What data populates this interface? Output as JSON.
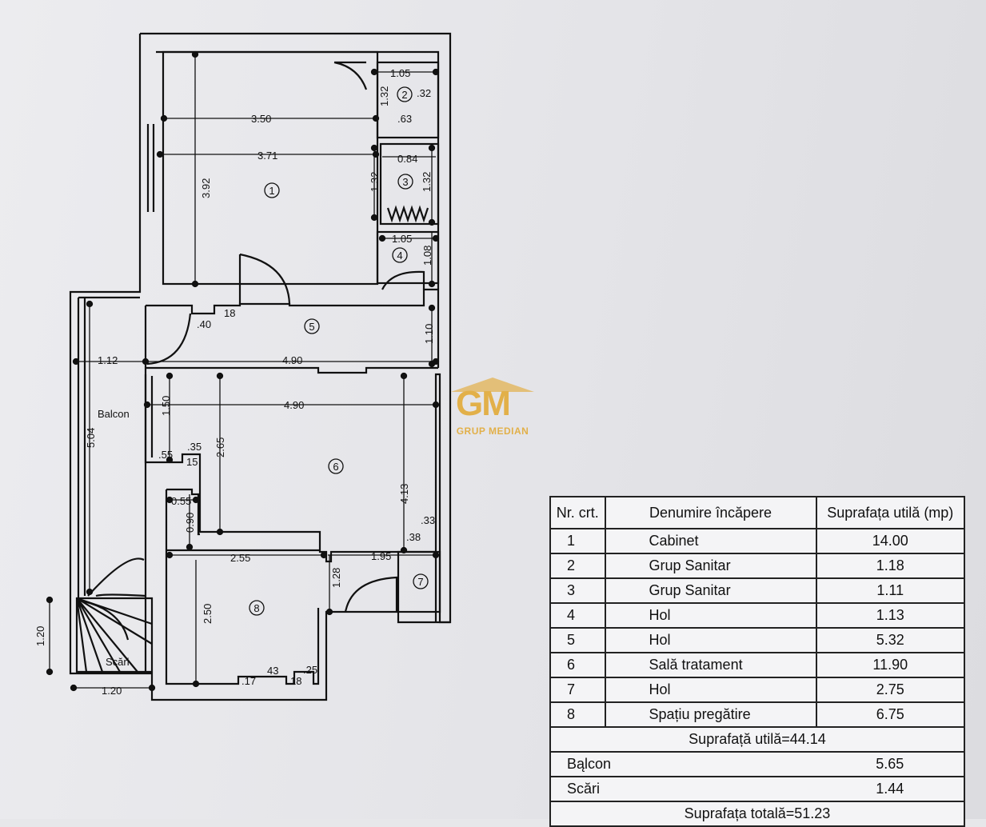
{
  "plan": {
    "rooms": [
      {
        "id": "1"
      },
      {
        "id": "2"
      },
      {
        "id": "3"
      },
      {
        "id": "4"
      },
      {
        "id": "5"
      },
      {
        "id": "6"
      },
      {
        "id": "7"
      },
      {
        "id": "8"
      }
    ],
    "dims": {
      "d1_05a": "1.05",
      "d1_32a": "1.32",
      "d_32": ".32",
      "d_63": ".63",
      "d3_50": "3.50",
      "d3_71": "3.71",
      "d0_84": "0.84",
      "d1_32b": "1.32",
      "d1_32c": "1.32",
      "d3_92": "3.92",
      "d1_05b": "1.05",
      "d1_08": "1.08",
      "d_40": ".40",
      "d18a": "18",
      "d1_10": "1.10",
      "d1_12": "1.12",
      "d4_90a": "4.90",
      "d1_50": "1.50",
      "d4_90b": "4.90",
      "d5_04": "5.04",
      "d_35": ".35",
      "d_55a": ".55",
      "d15": "15",
      "d2_65": "2.65",
      "d4_13": "4.13",
      "d0_55": "0.55",
      "d0_90": "0.90",
      "d_33": ".33",
      "d_38": ".38",
      "d2_55": "2.55",
      "d1_95": "1.95",
      "d1_28": "1.28",
      "d2_50": "2.50",
      "d1_20a": "1.20",
      "d1_20b": "1.20",
      "d_17": ".17",
      "d43": "43",
      "d18b": "18",
      "d_25": ".25"
    },
    "balcony_label": "Balcon",
    "stairs_label": "Scări"
  },
  "logo": {
    "mark": "GM",
    "name": "GRUP MEDIAN"
  },
  "table": {
    "headers": [
      "Nr. crt.",
      "Denumire încăpere",
      "Suprafața utilă (mp)"
    ],
    "rows": [
      {
        "nr": "1",
        "name": "Cabinet",
        "area": "14.00"
      },
      {
        "nr": "2",
        "name": "Grup Sanitar",
        "area": "1.18"
      },
      {
        "nr": "3",
        "name": "Grup Sanitar",
        "area": "1.11"
      },
      {
        "nr": "4",
        "name": "Hol",
        "area": "1.13"
      },
      {
        "nr": "5",
        "name": "Hol",
        "area": "5.32"
      },
      {
        "nr": "6",
        "name": "Sală tratament",
        "area": "11.90"
      },
      {
        "nr": "7",
        "name": "Hol",
        "area": "2.75"
      },
      {
        "nr": "8",
        "name": "Spațiu pregătire",
        "area": "6.75"
      }
    ],
    "useful_total": "Suprafață utilă=44.14",
    "extras": [
      {
        "name": "Bąlcon",
        "area": "5.65"
      },
      {
        "name": "Scări",
        "area": "1.44"
      }
    ],
    "grand_total": "Suprafața totală=51.23"
  }
}
